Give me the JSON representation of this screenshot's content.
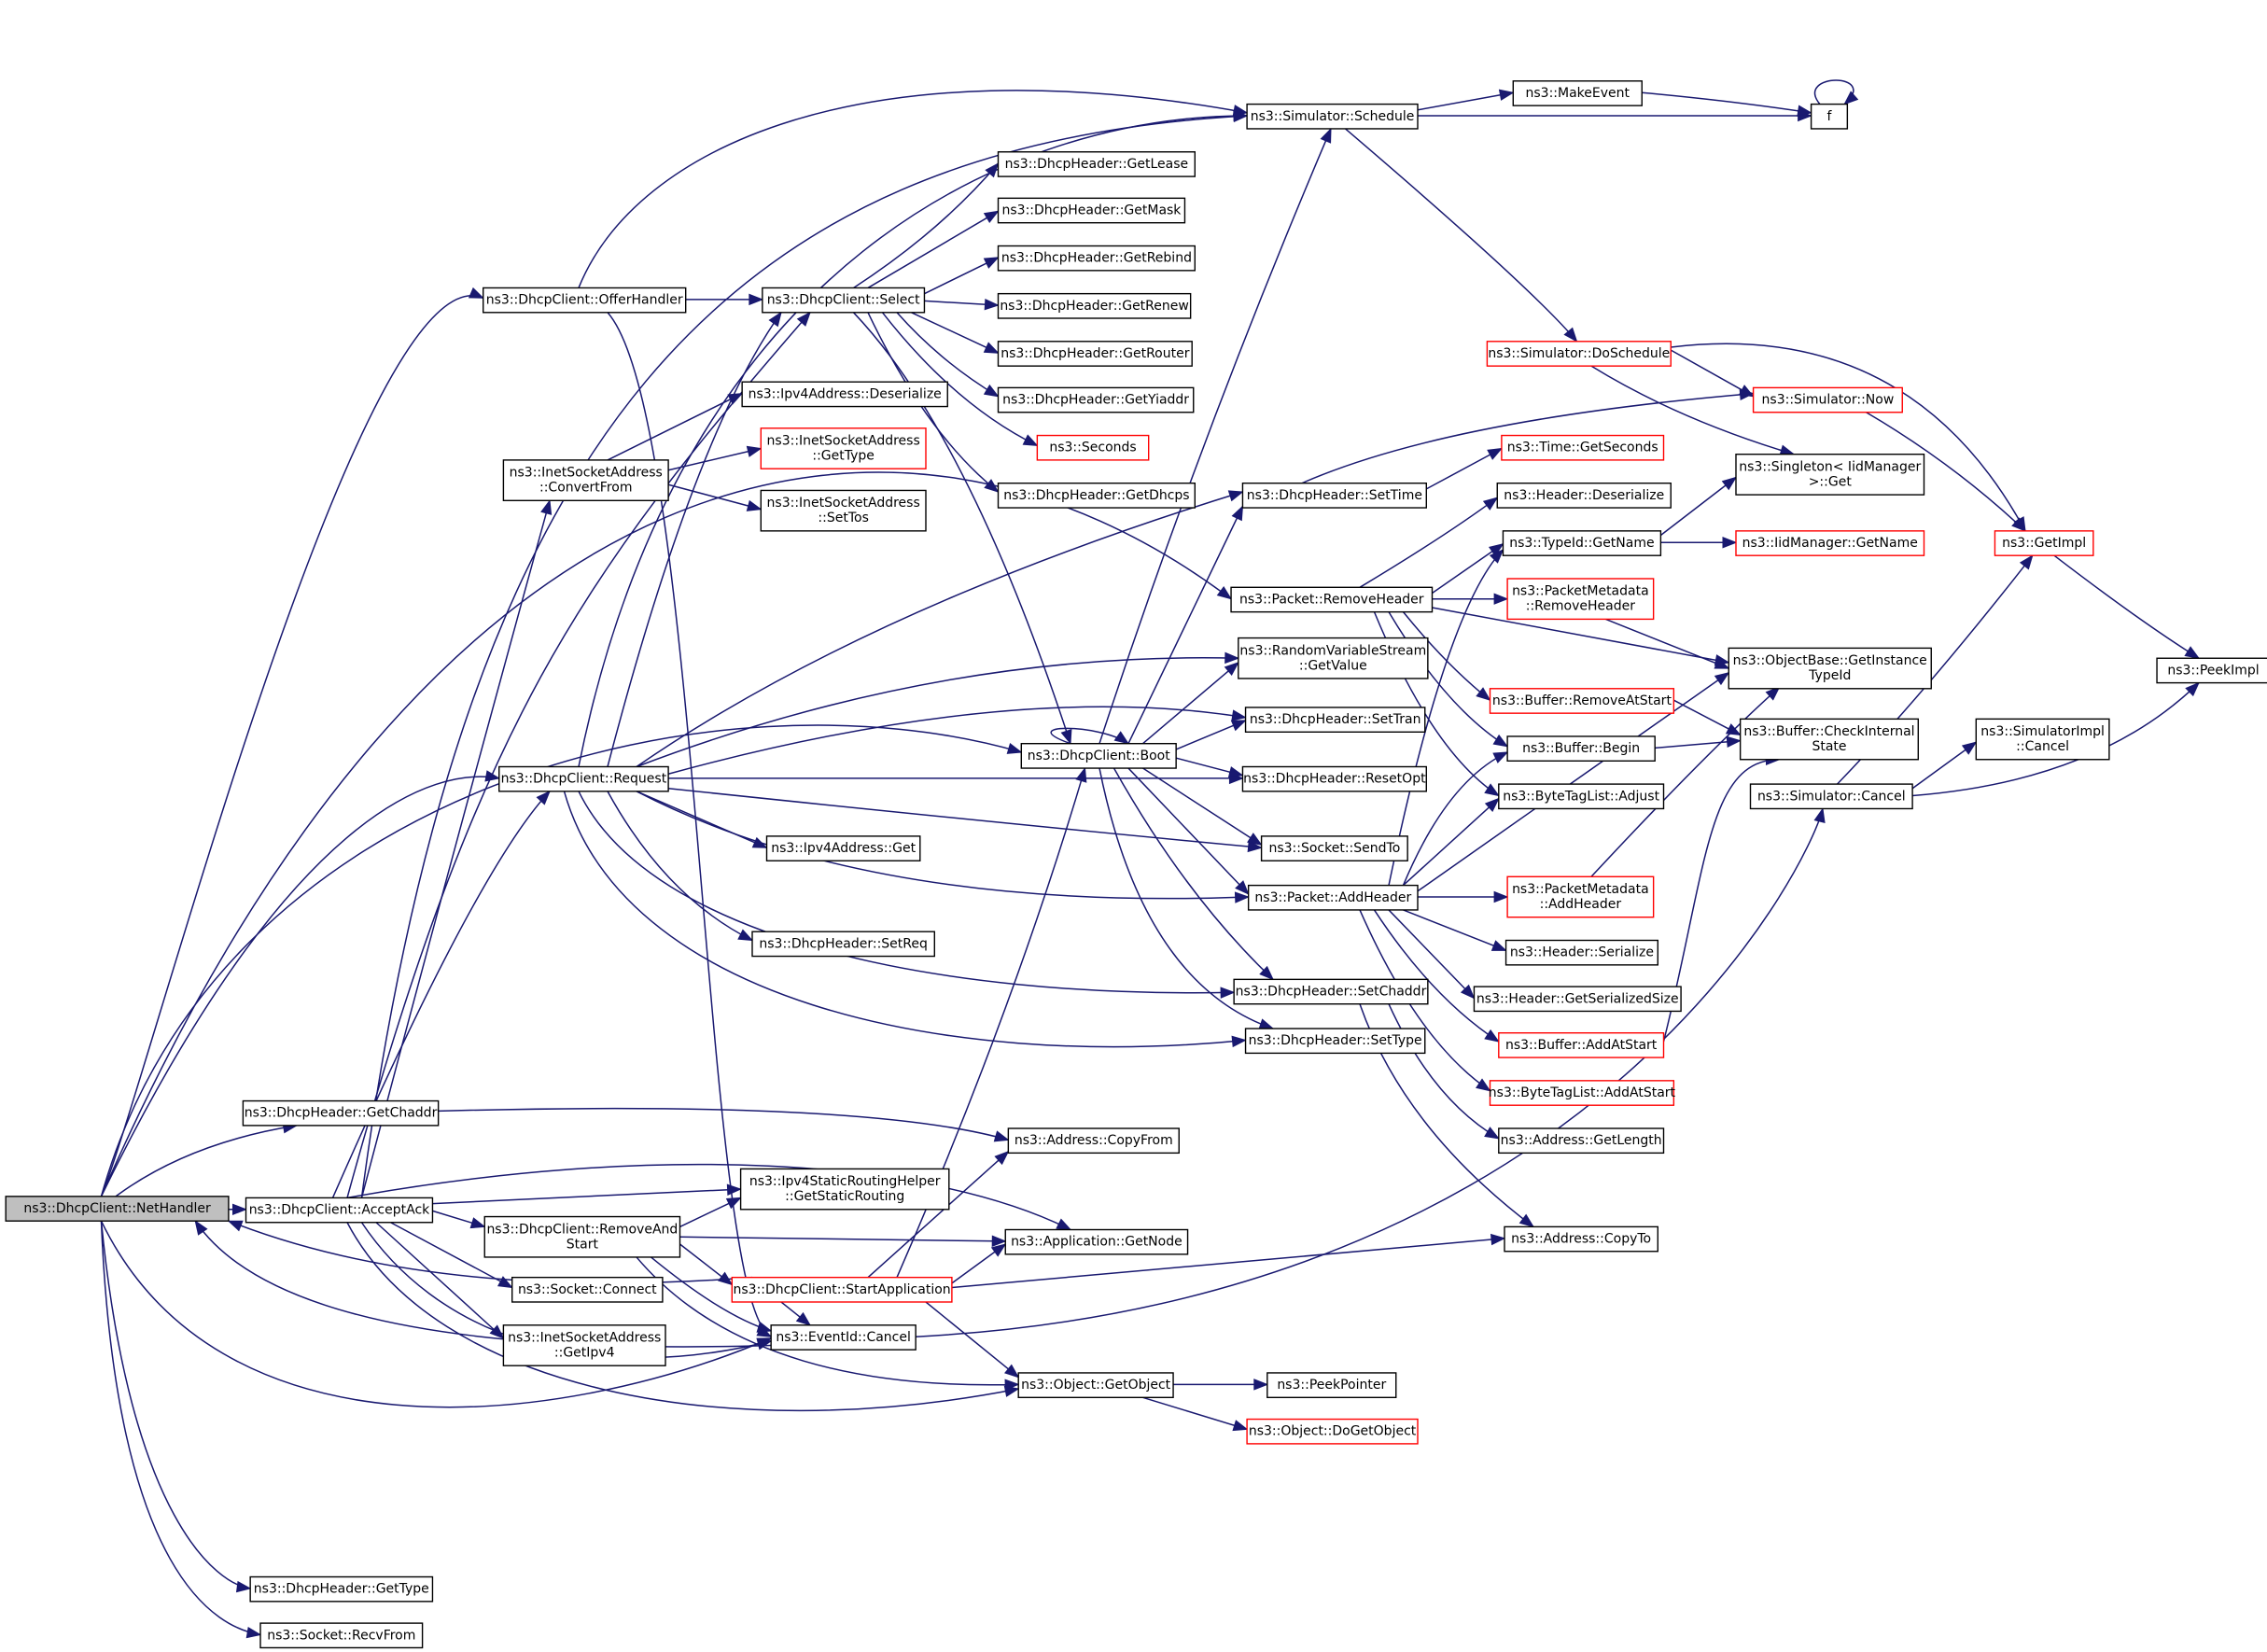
{
  "graph": {
    "nodes": [
      {
        "id": "nethandler",
        "lines": [
          "ns3::DhcpClient::NetHandler"
        ],
        "style": "start"
      },
      {
        "id": "offerhandler",
        "lines": [
          "ns3::DhcpClient::OfferHandler"
        ],
        "style": "normal"
      },
      {
        "id": "select",
        "lines": [
          "ns3::DhcpClient::Select"
        ],
        "style": "normal"
      },
      {
        "id": "request",
        "lines": [
          "ns3::DhcpClient::Request"
        ],
        "style": "normal"
      },
      {
        "id": "boot",
        "lines": [
          "ns3::DhcpClient::Boot"
        ],
        "style": "normal"
      },
      {
        "id": "acceptack",
        "lines": [
          "ns3::DhcpClient::AcceptAck"
        ],
        "style": "normal"
      },
      {
        "id": "getchaddr",
        "lines": [
          "ns3::DhcpHeader::GetChaddr"
        ],
        "style": "normal"
      },
      {
        "id": "removeandstart",
        "lines": [
          "ns3::DhcpClient::RemoveAnd",
          "Start"
        ],
        "style": "normal"
      },
      {
        "id": "startapp",
        "lines": [
          "ns3::DhcpClient::StartApplication"
        ],
        "style": "red"
      },
      {
        "id": "schedule",
        "lines": [
          "ns3::Simulator::Schedule"
        ],
        "style": "normal"
      },
      {
        "id": "makeevent",
        "lines": [
          "ns3::MakeEvent"
        ],
        "style": "normal"
      },
      {
        "id": "f",
        "lines": [
          "f"
        ],
        "style": "normal"
      },
      {
        "id": "getlease",
        "lines": [
          "ns3::DhcpHeader::GetLease"
        ],
        "style": "normal"
      },
      {
        "id": "getmask",
        "lines": [
          "ns3::DhcpHeader::GetMask"
        ],
        "style": "normal"
      },
      {
        "id": "getrebind",
        "lines": [
          "ns3::DhcpHeader::GetRebind"
        ],
        "style": "normal"
      },
      {
        "id": "getrenew",
        "lines": [
          "ns3::DhcpHeader::GetRenew"
        ],
        "style": "normal"
      },
      {
        "id": "getrouter",
        "lines": [
          "ns3::DhcpHeader::GetRouter"
        ],
        "style": "normal"
      },
      {
        "id": "getyiaddr",
        "lines": [
          "ns3::DhcpHeader::GetYiaddr"
        ],
        "style": "normal"
      },
      {
        "id": "seconds",
        "lines": [
          "ns3::Seconds"
        ],
        "style": "red"
      },
      {
        "id": "getdhcps",
        "lines": [
          "ns3::DhcpHeader::GetDhcps"
        ],
        "style": "normal"
      },
      {
        "id": "ipv4deser",
        "lines": [
          "ns3::Ipv4Address::Deserialize"
        ],
        "style": "normal"
      },
      {
        "id": "isagettype",
        "lines": [
          "ns3::InetSocketAddress",
          "::GetType"
        ],
        "style": "red"
      },
      {
        "id": "isasettos",
        "lines": [
          "ns3::InetSocketAddress",
          "::SetTos"
        ],
        "style": "normal"
      },
      {
        "id": "isaconvert",
        "lines": [
          "ns3::InetSocketAddress",
          "::ConvertFrom"
        ],
        "style": "normal"
      },
      {
        "id": "ipv4get",
        "lines": [
          "ns3::Ipv4Address::Get"
        ],
        "style": "normal"
      },
      {
        "id": "setreq",
        "lines": [
          "ns3::DhcpHeader::SetReq"
        ],
        "style": "normal"
      },
      {
        "id": "dosched",
        "lines": [
          "ns3::Simulator::DoSchedule"
        ],
        "style": "red"
      },
      {
        "id": "now",
        "lines": [
          "ns3::Simulator::Now"
        ],
        "style": "red"
      },
      {
        "id": "singleton",
        "lines": [
          "ns3::Singleton< IidManager",
          "  >::Get"
        ],
        "style": "normal"
      },
      {
        "id": "getimpl",
        "lines": [
          "ns3::GetImpl"
        ],
        "style": "red"
      },
      {
        "id": "peekimpl",
        "lines": [
          "ns3::PeekImpl"
        ],
        "style": "normal"
      },
      {
        "id": "settime",
        "lines": [
          "ns3::DhcpHeader::SetTime"
        ],
        "style": "normal"
      },
      {
        "id": "timegetsec",
        "lines": [
          "ns3::Time::GetSeconds"
        ],
        "style": "red"
      },
      {
        "id": "hdrdeser",
        "lines": [
          "ns3::Header::Deserialize"
        ],
        "style": "normal"
      },
      {
        "id": "typeidname",
        "lines": [
          "ns3::TypeId::GetName"
        ],
        "style": "normal"
      },
      {
        "id": "iidgetname",
        "lines": [
          "ns3::IidManager::GetName"
        ],
        "style": "red"
      },
      {
        "id": "removeheader",
        "lines": [
          "ns3::Packet::RemoveHeader"
        ],
        "style": "normal"
      },
      {
        "id": "pmremove",
        "lines": [
          "ns3::PacketMetadata",
          "::RemoveHeader"
        ],
        "style": "red"
      },
      {
        "id": "rvsgetvalue",
        "lines": [
          "ns3::RandomVariableStream",
          "::GetValue"
        ],
        "style": "normal"
      },
      {
        "id": "obgetinst",
        "lines": [
          "ns3::ObjectBase::GetInstance",
          "TypeId"
        ],
        "style": "normal"
      },
      {
        "id": "settran",
        "lines": [
          "ns3::DhcpHeader::SetTran"
        ],
        "style": "normal"
      },
      {
        "id": "bufremove",
        "lines": [
          "ns3::Buffer::RemoveAtStart"
        ],
        "style": "red"
      },
      {
        "id": "bufbegin",
        "lines": [
          "ns3::Buffer::Begin"
        ],
        "style": "normal"
      },
      {
        "id": "bufcheck",
        "lines": [
          "ns3::Buffer::CheckInternal",
          "State"
        ],
        "style": "normal"
      },
      {
        "id": "resetopt",
        "lines": [
          "ns3::DhcpHeader::ResetOpt"
        ],
        "style": "normal"
      },
      {
        "id": "btladjust",
        "lines": [
          "ns3::ByteTagList::Adjust"
        ],
        "style": "normal"
      },
      {
        "id": "simcancel",
        "lines": [
          "ns3::Simulator::Cancel"
        ],
        "style": "normal"
      },
      {
        "id": "simimplcancel",
        "lines": [
          "ns3::SimulatorImpl",
          "::Cancel"
        ],
        "style": "normal"
      },
      {
        "id": "sendto",
        "lines": [
          "ns3::Socket::SendTo"
        ],
        "style": "normal"
      },
      {
        "id": "addheader",
        "lines": [
          "ns3::Packet::AddHeader"
        ],
        "style": "normal"
      },
      {
        "id": "pmadd",
        "lines": [
          "ns3::PacketMetadata",
          "::AddHeader"
        ],
        "style": "red"
      },
      {
        "id": "hdrser",
        "lines": [
          "ns3::Header::Serialize"
        ],
        "style": "normal"
      },
      {
        "id": "setchaddr",
        "lines": [
          "ns3::DhcpHeader::SetChaddr"
        ],
        "style": "normal"
      },
      {
        "id": "hdrgetsize",
        "lines": [
          "ns3::Header::GetSerializedSize"
        ],
        "style": "normal"
      },
      {
        "id": "bufaddstart",
        "lines": [
          "ns3::Buffer::AddAtStart"
        ],
        "style": "red"
      },
      {
        "id": "settype",
        "lines": [
          "ns3::DhcpHeader::SetType"
        ],
        "style": "normal"
      },
      {
        "id": "btladdstart",
        "lines": [
          "ns3::ByteTagList::AddAtStart"
        ],
        "style": "red"
      },
      {
        "id": "addrgetlen",
        "lines": [
          "ns3::Address::GetLength"
        ],
        "style": "normal"
      },
      {
        "id": "addrcopyfrom",
        "lines": [
          "ns3::Address::CopyFrom"
        ],
        "style": "normal"
      },
      {
        "id": "staticrouting",
        "lines": [
          "ns3::Ipv4StaticRoutingHelper",
          "::GetStaticRouting"
        ],
        "style": "normal"
      },
      {
        "id": "appgetnode",
        "lines": [
          "ns3::Application::GetNode"
        ],
        "style": "normal"
      },
      {
        "id": "addrcopyto",
        "lines": [
          "ns3::Address::CopyTo"
        ],
        "style": "normal"
      },
      {
        "id": "sockconnect",
        "lines": [
          "ns3::Socket::Connect"
        ],
        "style": "normal"
      },
      {
        "id": "isagetipv4",
        "lines": [
          "ns3::InetSocketAddress",
          "::GetIpv4"
        ],
        "style": "normal"
      },
      {
        "id": "eventcancel",
        "lines": [
          "ns3::EventId::Cancel"
        ],
        "style": "normal"
      },
      {
        "id": "getobject",
        "lines": [
          "ns3::Object::GetObject"
        ],
        "style": "normal"
      },
      {
        "id": "peekpointer",
        "lines": [
          "ns3::PeekPointer"
        ],
        "style": "normal"
      },
      {
        "id": "dogetobject",
        "lines": [
          "ns3::Object::DoGetObject"
        ],
        "style": "red"
      },
      {
        "id": "hdrgettype",
        "lines": [
          "ns3::DhcpHeader::GetType"
        ],
        "style": "normal"
      },
      {
        "id": "recvfrom",
        "lines": [
          "ns3::Socket::RecvFrom"
        ],
        "style": "normal"
      }
    ],
    "colors": {
      "edge": "#191970",
      "node_border": "#000000",
      "node_border_red": "#ff0000",
      "start_fill": "#bfbfbf"
    }
  }
}
